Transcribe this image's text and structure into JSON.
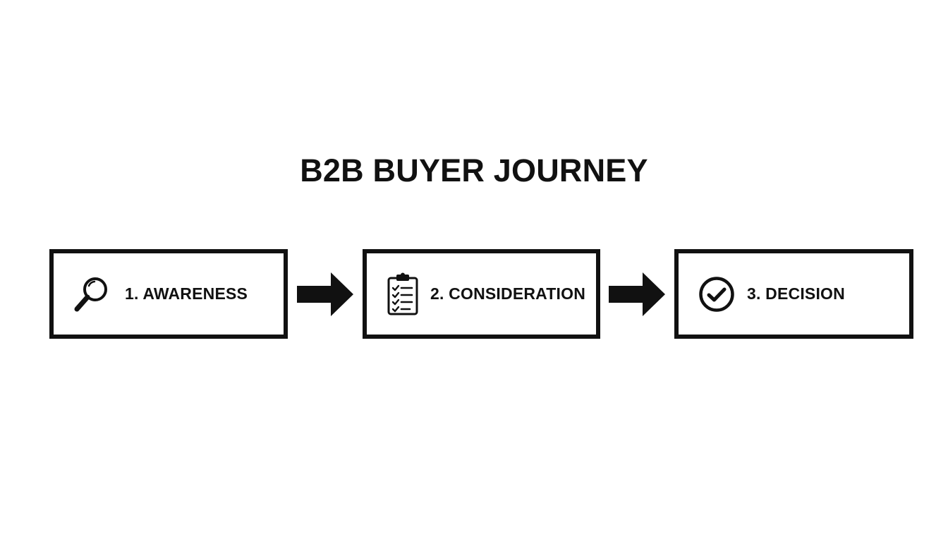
{
  "title": "B2B BUYER JOURNEY",
  "stages": [
    {
      "label": "1. AWARENESS",
      "icon": "magnifying-glass-icon"
    },
    {
      "label": "2. CONSIDERATION",
      "icon": "clipboard-checklist-icon"
    },
    {
      "label": "3. DECISION",
      "icon": "check-circle-icon"
    }
  ],
  "connectors": [
    {
      "from": "1. AWARENESS",
      "to": "2. CONSIDERATION",
      "icon": "right-arrow-icon"
    },
    {
      "from": "2. CONSIDERATION",
      "to": "3. DECISION",
      "icon": "right-arrow-icon"
    }
  ],
  "colors": {
    "background": "#ffffff",
    "ink": "#111111"
  }
}
